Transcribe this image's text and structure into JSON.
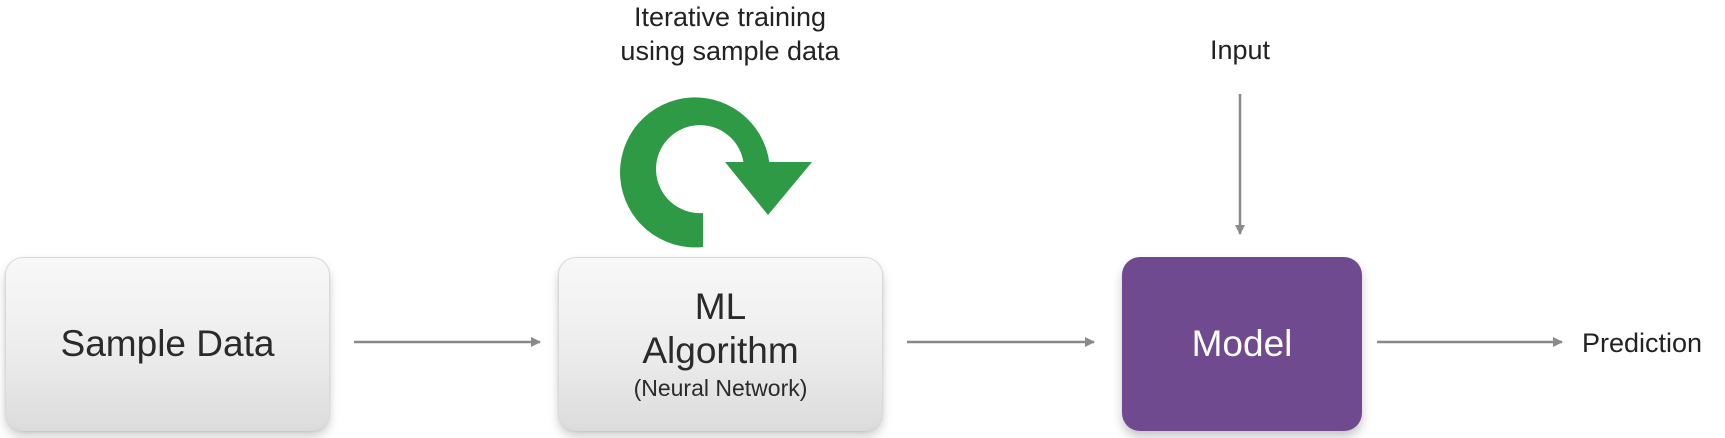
{
  "diagram": {
    "training_label_line1": "Iterative training",
    "training_label_line2": "using sample data",
    "input_label": "Input",
    "prediction_label": "Prediction",
    "boxes": {
      "sample_data": "Sample Data",
      "ml_algorithm_line1": "ML",
      "ml_algorithm_line2": "Algorithm",
      "ml_algorithm_sub": "(Neural Network)",
      "model": "Model"
    }
  },
  "colors": {
    "loop_arrow": "#2e9a45",
    "model_box": "#6f4a8e",
    "connector": "#8a8a8a"
  },
  "icons": {
    "loop": "circular-refresh-arrow-icon"
  }
}
